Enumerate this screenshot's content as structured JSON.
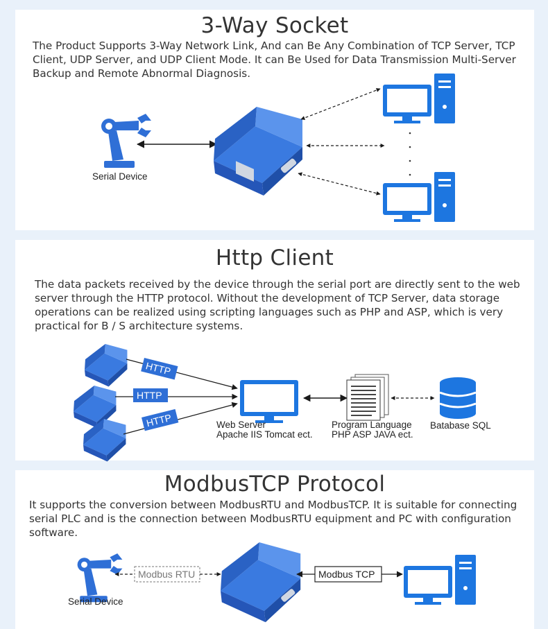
{
  "section1": {
    "title": "3-Way Socket",
    "description": "The Product Supports 3-Way Network Link, And can Be Any Combination of TCP Server, TCP Client, UDP Server, and UDP Client Mode. It can Be Used for Data Transmission Multi-Server Backup and Remote Abnormal Diagnosis.",
    "serial_device_label": "Serial Device"
  },
  "section2": {
    "title": "Http Client",
    "description": "The data packets received by the device through the serial port are directly sent to the web server through the HTTP protocol. Without the development of TCP Server, data storage operations can be realized using scripting languages such as PHP and ASP, which is very practical for B / S architecture systems.",
    "http_tag": "HTTP",
    "web_server_label": "Web Server",
    "web_server_sub": "Apache IIS Tomcat ect.",
    "program_label": "Program Language",
    "program_sub": "PHP ASP JAVA ect.",
    "database_label": "Batabase SQL"
  },
  "section3": {
    "title": "ModbusTCP Protocol",
    "description": "It supports the conversion between ModbusRTU and ModbusTCP. It is suitable for connecting serial PLC and is the connection between ModbusRTU equipment and PC with configuration software.",
    "modbus_rtu_label": "Modbus RTU",
    "modbus_tcp_label": "Modbus TCP",
    "serial_device_label": "Serial Device"
  },
  "colors": {
    "device_blue": "#2f6fd6",
    "device_dark": "#1f4fa8",
    "monitor_blue": "#1d76e0",
    "background": "#e9f1fa"
  }
}
